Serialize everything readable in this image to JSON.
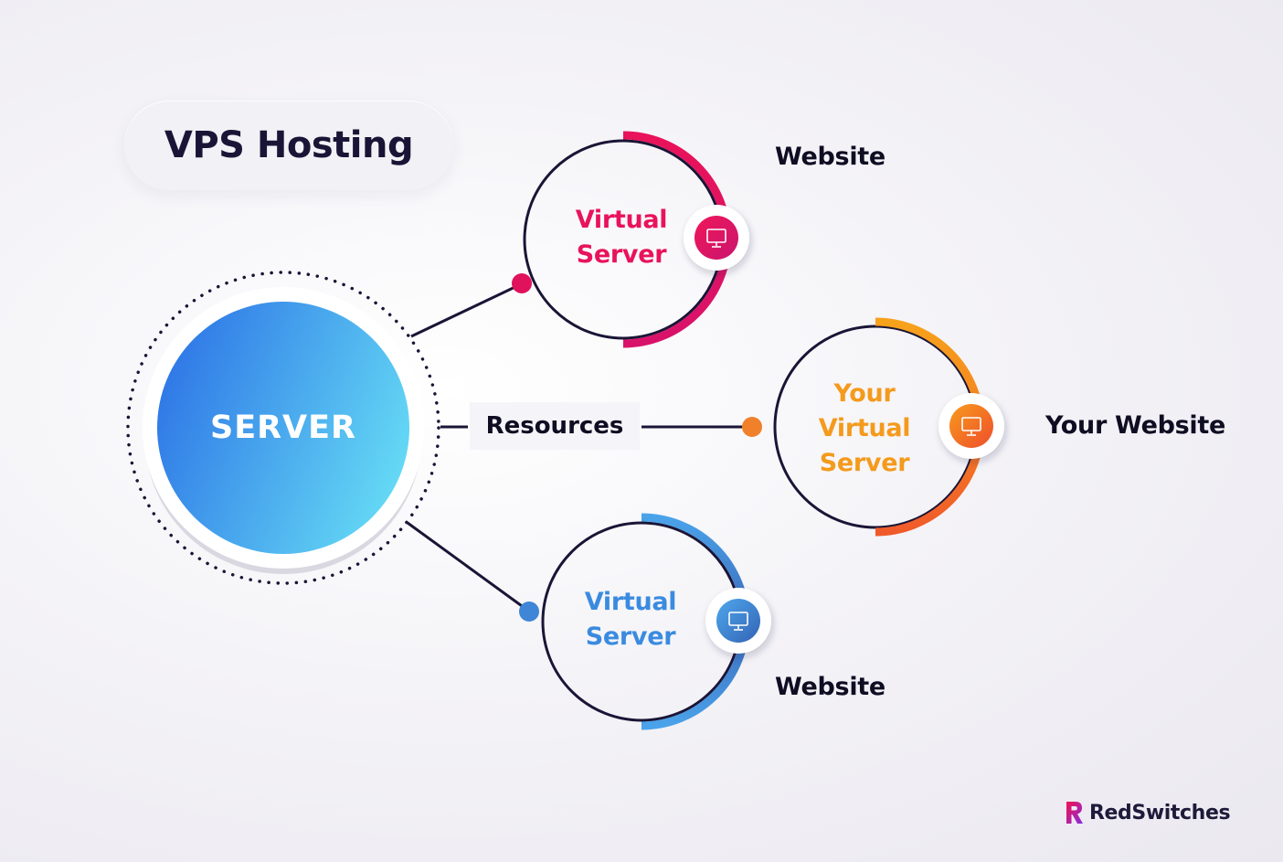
{
  "title": "VPS Hosting",
  "server": {
    "label": "SERVER"
  },
  "link_label": "Resources",
  "virtual_servers": [
    {
      "label_line1": "Virtual",
      "label_line2": "Server",
      "label_line3": "",
      "target": "Website",
      "color": "#e8135a"
    },
    {
      "label_line1": "Your",
      "label_line2": "Virtual",
      "label_line3": "Server",
      "target": "Your Website",
      "color": "#f49a1c"
    },
    {
      "label_line1": "Virtual",
      "label_line2": "Server",
      "label_line3": "",
      "target": "Website",
      "color": "#3a8be0"
    }
  ],
  "icons": {
    "monitor": "monitor-icon",
    "logo": "redswitches-logo-icon"
  },
  "brand": {
    "name": "RedSwitches"
  }
}
